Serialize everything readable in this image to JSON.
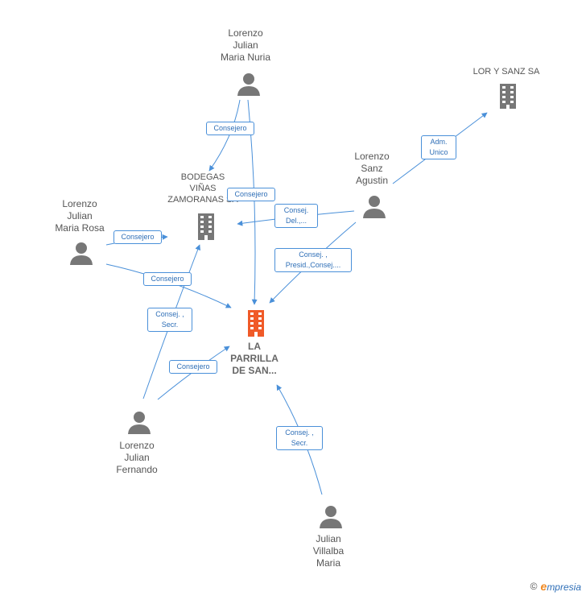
{
  "nodes": {
    "lorenzo_julian_maria_nuria": [
      "Lorenzo",
      "Julian",
      "Maria Nuria"
    ],
    "lor_y_sanz_sa": [
      "LOR Y SANZ SA"
    ],
    "lorenzo_sanz_agustin": [
      "Lorenzo",
      "Sanz",
      "Agustin"
    ],
    "bodegas": [
      "BODEGAS",
      "VIÑAS",
      "ZAMORANAS SA"
    ],
    "lorenzo_julian_maria_rosa": [
      "Lorenzo",
      "Julian",
      "Maria Rosa"
    ],
    "la_parrilla": [
      "LA",
      "PARRILLA",
      "DE SAN..."
    ],
    "lorenzo_julian_fernando": [
      "Lorenzo",
      "Julian",
      "Fernando"
    ],
    "julian_villalba_maria": [
      "Julian",
      "Villalba",
      "Maria"
    ]
  },
  "edges": {
    "nuria_bodegas": "Consejero",
    "nuria_parrilla": "Consejero",
    "agustin_lorysanz": [
      "Adm.",
      "Unico"
    ],
    "agustin_bodegas": [
      "Consej.",
      "Del.,..."
    ],
    "agustin_parrilla": [
      "Consej. ,",
      "Presid.,Consej...."
    ],
    "rosa_bodegas": "Consejero",
    "rosa_parrilla": "Consejero",
    "fernando_bodegas": [
      "Consej. ,",
      "Secr."
    ],
    "fernando_parrilla": "Consejero",
    "villalba_parrilla": [
      "Consej. ,",
      "Secr."
    ]
  },
  "colors": {
    "edge": "#4a90d9",
    "person_icon": "#777777",
    "company_icon": "#777777",
    "main_company_icon": "#f05a28"
  },
  "brand": {
    "copyright": "©",
    "name_first": "e",
    "name_rest": "mpresia"
  }
}
